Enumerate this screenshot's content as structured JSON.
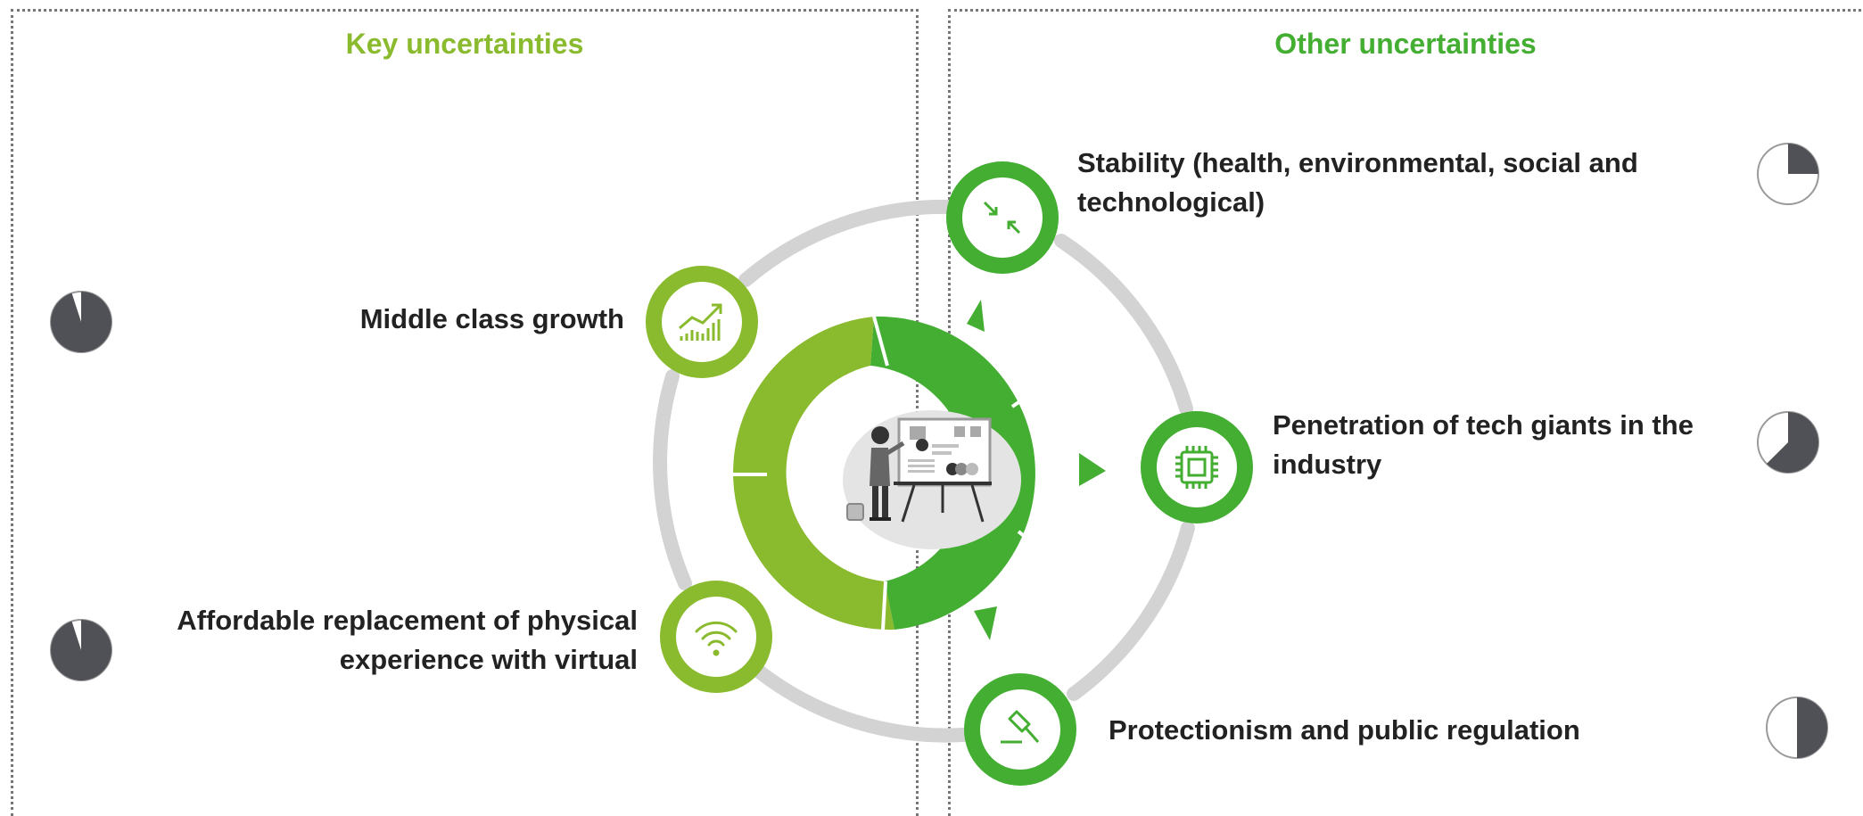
{
  "colors": {
    "light_green": "#8aba2d",
    "green": "#43ae32",
    "ring_gray": "#d3d3d3",
    "pie_dark": "#4f5156",
    "divider": "#777777"
  },
  "panels": {
    "left_title": "Key uncertainties",
    "right_title": "Other uncertainties"
  },
  "center_icon": "presenter-at-whiteboard-illustration",
  "items": [
    {
      "label_lines": [
        "Middle class growth"
      ],
      "icon": "growth-chart-icon",
      "pie_fraction": 0.95,
      "group": "key"
    },
    {
      "label_lines": [
        "Affordable replacement of physical",
        "experience with virtual"
      ],
      "icon": "wifi-icon",
      "pie_fraction": 0.95,
      "group": "key"
    },
    {
      "label_lines": [
        "Stability (health, environmental, social and",
        "technological)"
      ],
      "icon": "compress-arrows-icon",
      "pie_fraction": 0.25,
      "group": "other"
    },
    {
      "label_lines": [
        "Penetration of tech giants in the",
        "industry"
      ],
      "icon": "chip-icon",
      "pie_fraction": 0.625,
      "group": "other"
    },
    {
      "label_lines": [
        "Protectionism and public regulation"
      ],
      "icon": "gavel-icon",
      "pie_fraction": 0.5,
      "group": "other"
    }
  ]
}
